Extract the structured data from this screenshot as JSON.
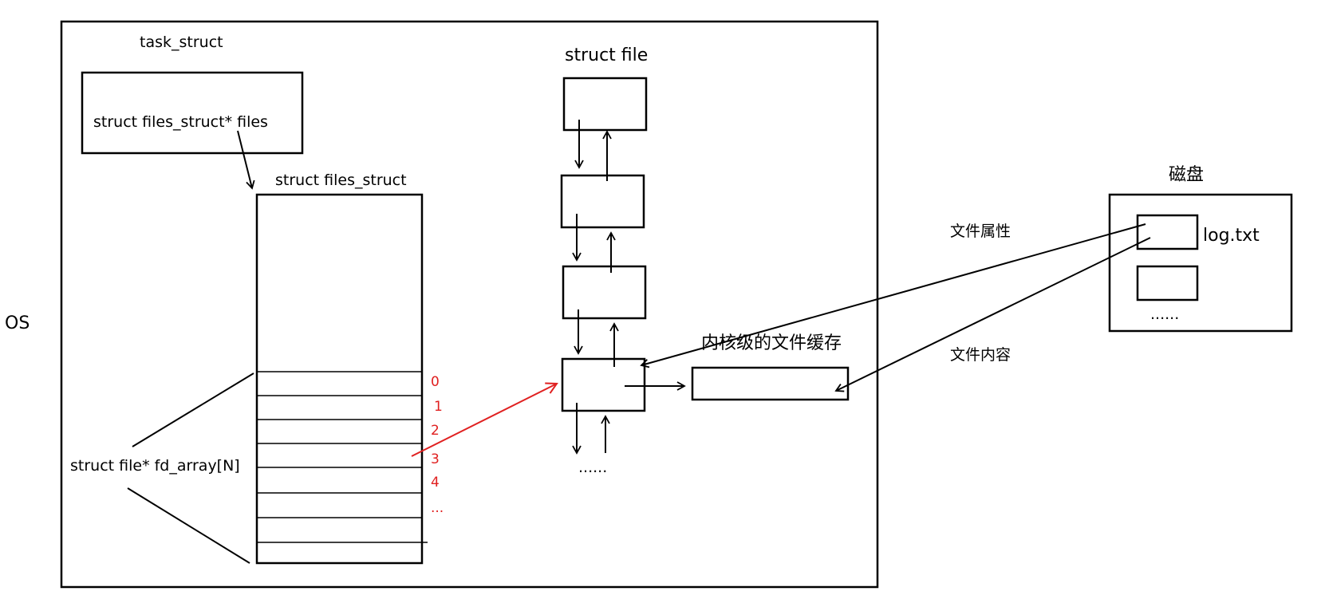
{
  "labels": {
    "os": "OS",
    "task_struct": "task_struct",
    "files_field": "struct files_struct* files",
    "files_struct": "struct files_struct",
    "fd_array": "struct file* fd_array[N]",
    "struct_file": "struct file",
    "file_list_more": "......",
    "kernel_cache": "内核级的文件缓存",
    "file_attr": "文件属性",
    "file_content": "文件内容",
    "disk": "磁盘",
    "log_file": "log.txt",
    "disk_more": "......"
  },
  "fd_indices": [
    "0",
    "1",
    "2",
    "3",
    "4",
    "..."
  ],
  "colors": {
    "highlight": "#e02020",
    "line": "#000000"
  }
}
